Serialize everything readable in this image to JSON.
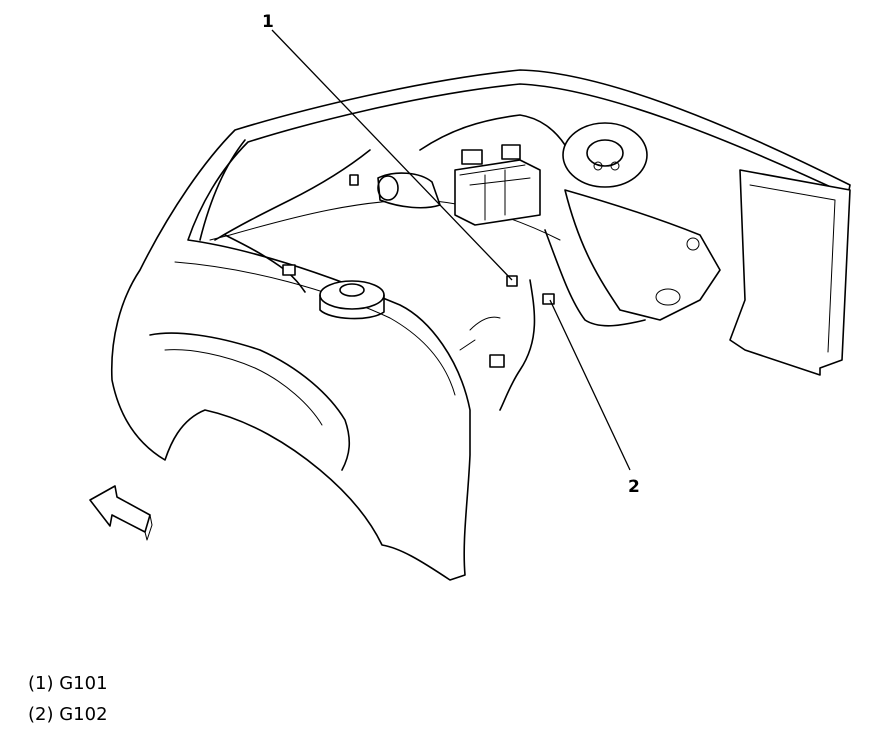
{
  "callouts": [
    {
      "number": "1"
    },
    {
      "number": "2"
    }
  ],
  "legend": [
    {
      "label": "(1) G101"
    },
    {
      "label": "(2) G102"
    }
  ]
}
